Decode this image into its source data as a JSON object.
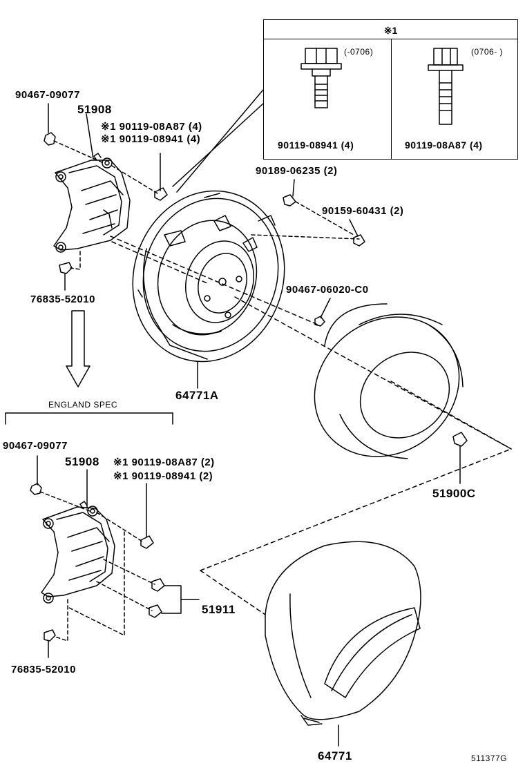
{
  "inset": {
    "header": "※1",
    "left_range": "(-0706)",
    "right_range": "(0706-  )",
    "left_part": "90119-08941 (4)",
    "right_part": "90119-08A87 (4)"
  },
  "labels": {
    "p90467_09077_top": "90467-09077",
    "p51908_top": "51908",
    "p90119_08A87_top": "※1 90119-08A87 (4)",
    "p90119_08941_top": "※1 90119-08941 (4)",
    "p90189_06235": "90189-06235 (2)",
    "p90159_60431": "90159-60431 (2)",
    "p76835_52010_top": "76835-52010",
    "p90467_06020": "90467-06020-C0",
    "p64771A": "64771A",
    "england_spec": "ENGLAND SPEC",
    "p90467_09077_bot": "90467-09077",
    "p51908_bot": "51908",
    "p90119_08A87_bot": "※1 90119-08A87 (2)",
    "p90119_08941_bot": "※1 90119-08941 (2)",
    "p51900C": "51900C",
    "p51911": "51911",
    "p76835_52010_bot": "76835-52010",
    "p64771": "64771",
    "figure_id": "511377G"
  }
}
